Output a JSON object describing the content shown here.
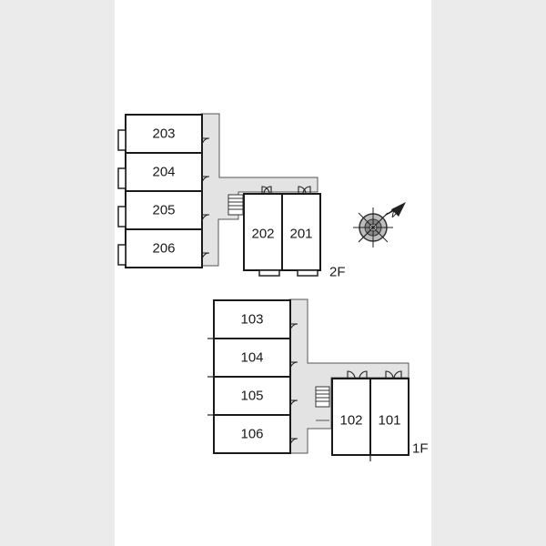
{
  "floors": [
    {
      "label": "2F",
      "rooms": [
        "203",
        "204",
        "205",
        "206",
        "202",
        "201"
      ]
    },
    {
      "label": "1F",
      "rooms": [
        "103",
        "104",
        "105",
        "106",
        "102",
        "101"
      ]
    }
  ],
  "compass": {
    "label": "N",
    "icon": "compass-icon"
  },
  "colors": {
    "corridor": "#e3e3e3",
    "wall": "#1a1a1a",
    "margin": "#ebebeb"
  }
}
